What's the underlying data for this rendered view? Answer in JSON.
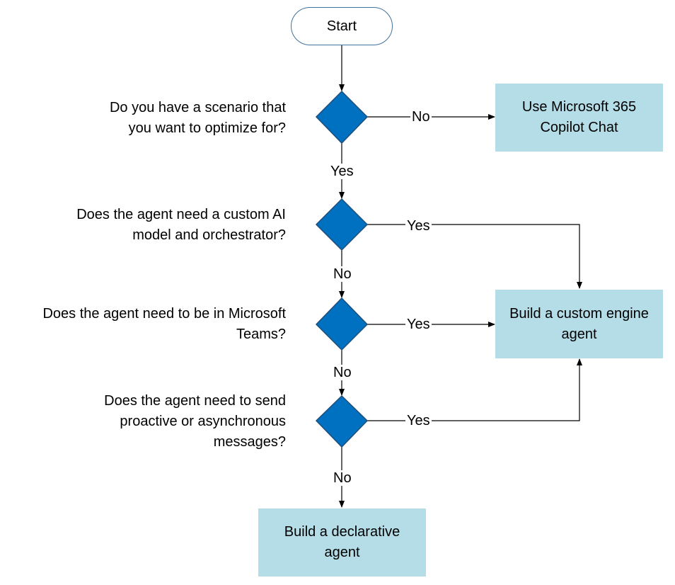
{
  "start": "Start",
  "questions": [
    {
      "line1": "Do you have a scenario that",
      "line2": "you want to optimize for?"
    },
    {
      "line1": "Does the agent need a custom AI",
      "line2": "model and orchestrator?"
    },
    {
      "line1": "Does the agent need to be in Microsoft",
      "line2": "Teams?"
    },
    {
      "line1": "Does the agent need to send",
      "line2": "proactive or asynchronous",
      "line3": "messages?"
    }
  ],
  "outcomes": {
    "chat": {
      "line1": "Use Microsoft 365",
      "line2": "Copilot Chat"
    },
    "custom_engine": {
      "line1": "Build a custom engine",
      "line2": "agent"
    },
    "declarative": {
      "line1": "Build a declarative",
      "line2": "agent"
    }
  },
  "edge_labels": {
    "q1_no": "No",
    "q1_yes": "Yes",
    "q2_yes": "Yes",
    "q2_no": "No",
    "q3_yes": "Yes",
    "q3_no": "No",
    "q4_yes": "Yes",
    "q4_no": "No"
  },
  "colors": {
    "decision_fill": "#0070C0",
    "decision_stroke": "#1F4E79",
    "outcome_fill": "#B4DDE8",
    "connector": "#000000"
  }
}
